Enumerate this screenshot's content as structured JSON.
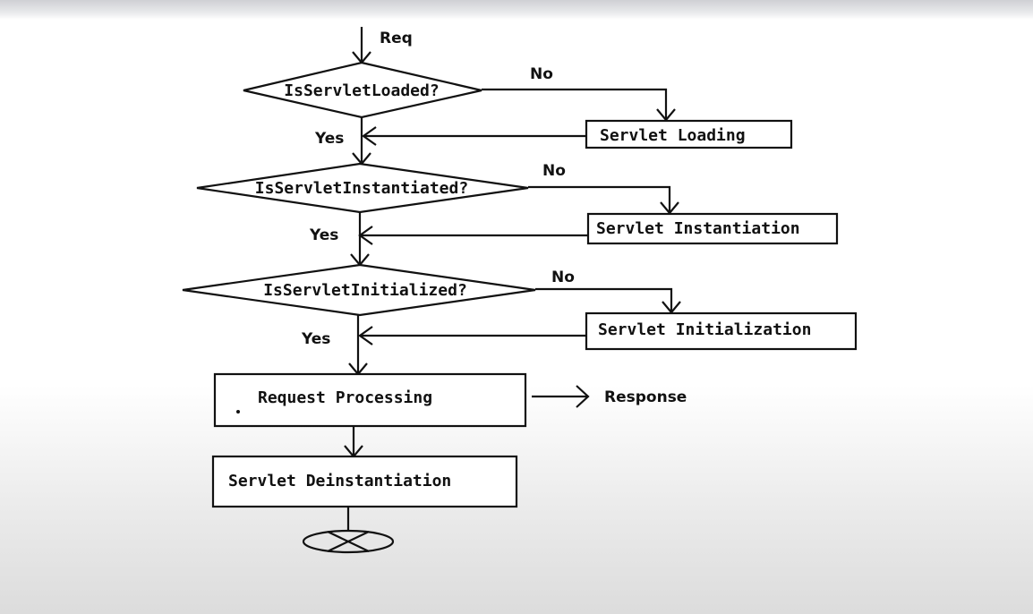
{
  "labels": {
    "req": "Req",
    "yes": "Yes",
    "no": "No",
    "response": "Response"
  },
  "decisions": [
    {
      "text": "IsServletLoaded?"
    },
    {
      "text": "IsServletInstantiated?"
    },
    {
      "text": "IsServletInitialized?"
    }
  ],
  "actions": [
    {
      "text": "Servlet Loading"
    },
    {
      "text": "Servlet Instantiation"
    },
    {
      "text": "Servlet Initialization"
    }
  ],
  "process": {
    "text": "Request Processing"
  },
  "final": {
    "text": "Servlet Deinstantiation"
  },
  "colors": {
    "line": "#111111",
    "fill": "#ffffff"
  }
}
